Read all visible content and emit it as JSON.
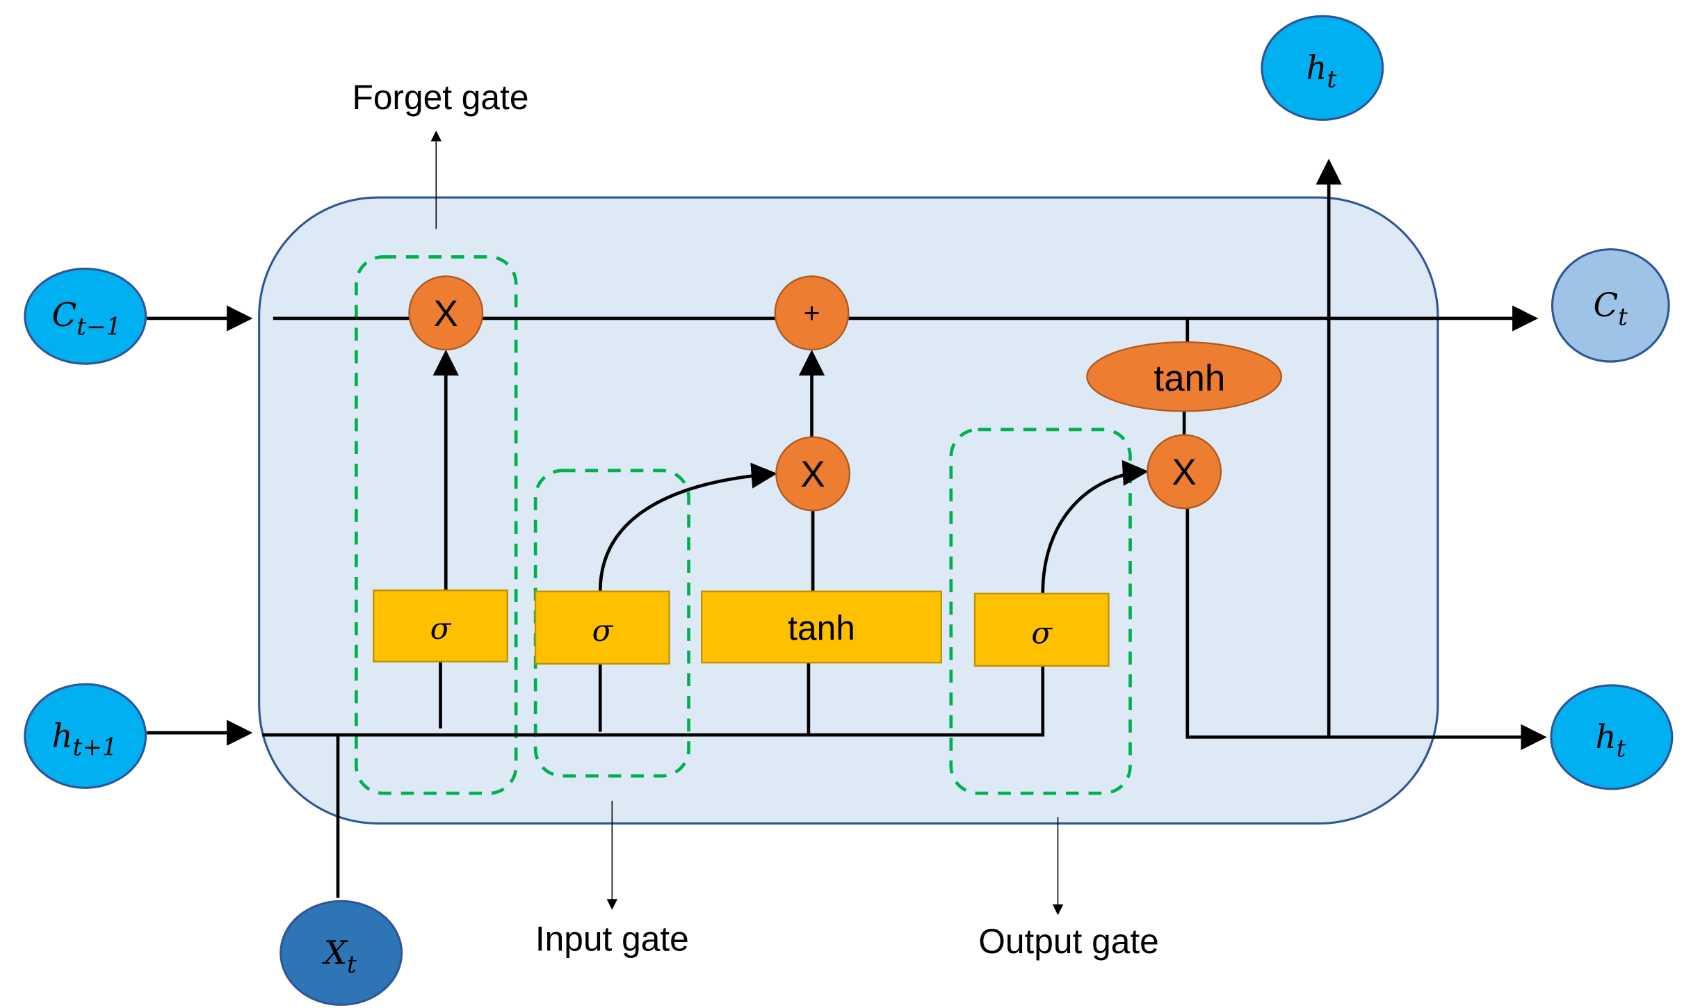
{
  "colors": {
    "cell_fill": "#dde9f5",
    "cell_stroke": "#2f5597",
    "input_node": "#00b0f0",
    "xt_node": "#2e75b6",
    "ct_node": "#9dc3e6",
    "operator": "#ed7d31",
    "activation": "#ffc000",
    "gate_border": "#00b050"
  },
  "nodes": {
    "c_prev": {
      "base": "C",
      "sub": "t−1"
    },
    "h_prev": {
      "base": "h",
      "sub": "t+1"
    },
    "x_t": {
      "base": "X",
      "sub": "t"
    },
    "h_top": {
      "base": "h",
      "sub": "t"
    },
    "c_t": {
      "base": "C",
      "sub": "t"
    },
    "h_out": {
      "base": "h",
      "sub": "t"
    }
  },
  "operators": {
    "forget_mult": "X",
    "add": "+",
    "input_mult": "X",
    "output_mult": "X",
    "cell_tanh": "tanh"
  },
  "activations": {
    "forget_sigma": "σ",
    "input_sigma": "σ",
    "candidate_tanh": "tanh",
    "output_sigma": "σ"
  },
  "gates": {
    "forget": "Forget gate",
    "input": "Input gate",
    "output": "Output gate"
  }
}
